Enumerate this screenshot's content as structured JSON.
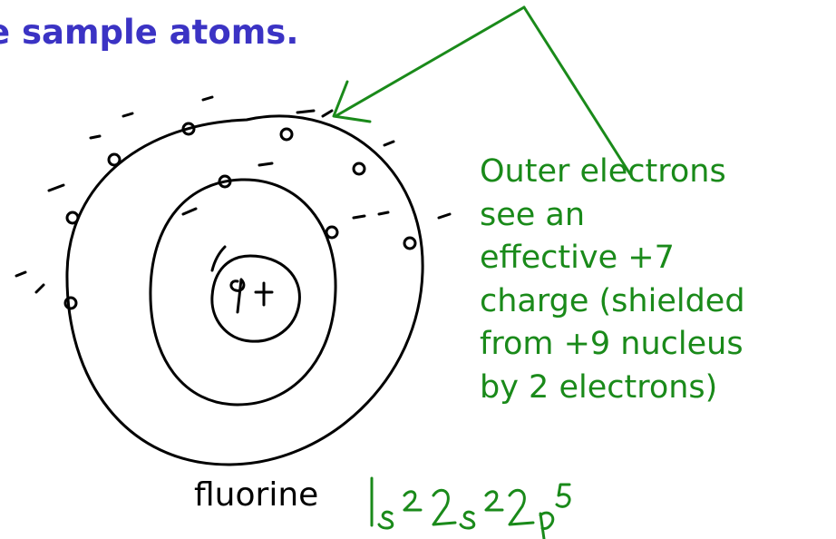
{
  "heading": "e sample atoms.",
  "annotation": {
    "lines": [
      "Outer electrons",
      "see an",
      "effective +7",
      "charge (shielded",
      "from +9 nucleus",
      "by 2 electrons)"
    ]
  },
  "atom": {
    "name": "fluorine",
    "nucleus_label": "9+",
    "electron_configuration": "1s² 2s² 2p⁵"
  },
  "colors": {
    "heading": "#3b33c4",
    "annotation": "#1a8a1a",
    "ink": "#000000"
  }
}
